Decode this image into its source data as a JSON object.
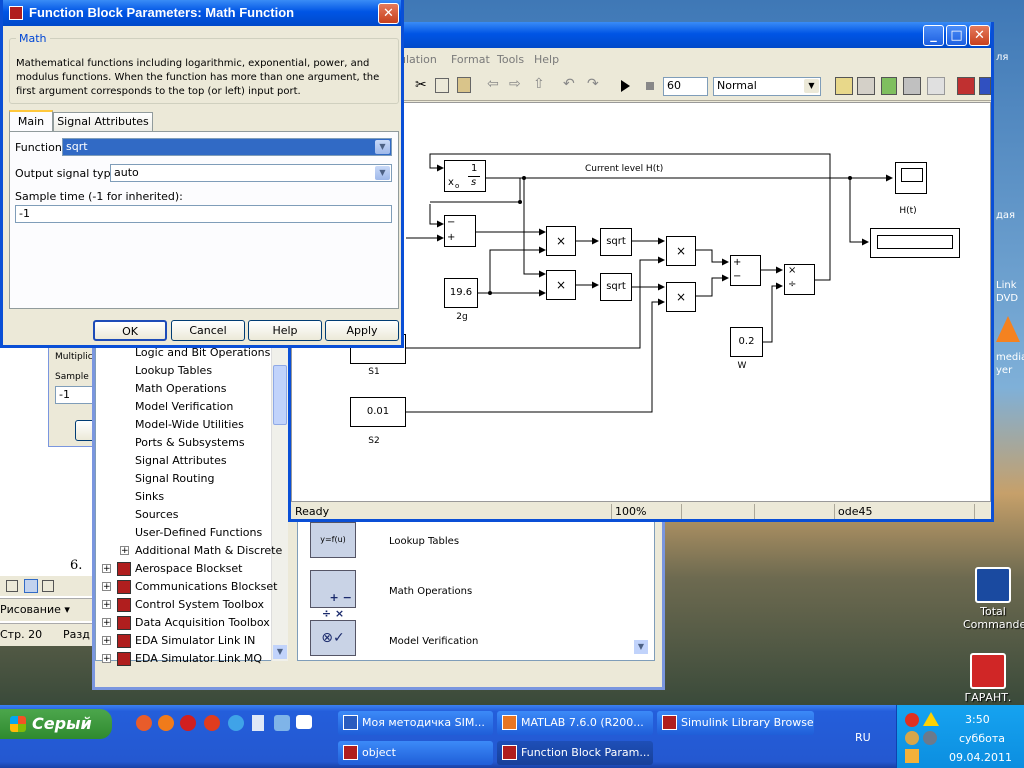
{
  "desktop": {
    "icons": [
      {
        "label": "Total Commander"
      },
      {
        "label": "ГАРАНТ."
      }
    ],
    "edge_texts": [
      "дая",
      "ля",
      "Link",
      "DVD",
      "media",
      "yer"
    ]
  },
  "word_bg": {
    "toolbar_label": "Рисование ▾",
    "status_page": "Стр. 20",
    "status_section": "Разд",
    "number_text": "6."
  },
  "bg_dialog": {
    "field_label": "Multiplic",
    "sample_label": "Sample",
    "sample_value": "-1"
  },
  "library_browser": {
    "items": [
      {
        "label": "Logic and Bit Operations"
      },
      {
        "label": "Lookup Tables"
      },
      {
        "label": "Math Operations"
      },
      {
        "label": "Model Verification"
      },
      {
        "label": "Model-Wide Utilities"
      },
      {
        "label": "Ports & Subsystems"
      },
      {
        "label": "Signal Attributes"
      },
      {
        "label": "Signal Routing"
      },
      {
        "label": "Sinks"
      },
      {
        "label": "Sources"
      },
      {
        "label": "User-Defined Functions"
      },
      {
        "label": "Additional Math & Discrete"
      },
      {
        "label": "Aerospace Blockset"
      },
      {
        "label": "Communications Blockset"
      },
      {
        "label": "Control System Toolbox"
      },
      {
        "label": "Data Acquisition Toolbox"
      },
      {
        "label": "EDA Simulator Link IN"
      },
      {
        "label": "EDA Simulator Link MQ"
      }
    ],
    "panel": [
      {
        "label": "Lookup Tables",
        "icon_text": "y=f(u)"
      },
      {
        "label": "Math Operations",
        "icon_text": "+ −\n÷ ×"
      },
      {
        "label": "Model Verification",
        "icon_text": "⊗✓"
      }
    ]
  },
  "model_window": {
    "menu": [
      "ulation",
      "Format",
      "Tools",
      "Help"
    ],
    "stop_time": "60",
    "sim_mode": "Normal",
    "status": {
      "left": "Ready",
      "zoom": "100%",
      "solver": "ode45"
    },
    "blocks": {
      "integrator_num": "1",
      "integrator_den": "s",
      "integrator_ic": "x",
      "integrator_ic_sub": "o",
      "signal_label": "Current level H(t)",
      "scope_label": "H(t)",
      "gain_value": "19.6",
      "gain_label": "2g",
      "sqrt1": "sqrt",
      "sqrt2": "sqrt",
      "mult": "×",
      "sum_plus": "+",
      "sum_minus": "−",
      "div_times": "×",
      "div_div": "÷",
      "w_value": "0.2",
      "w_label": "W",
      "s1_label": "S1",
      "s2_value": "0.01",
      "s2_label": "S2"
    }
  },
  "dialog": {
    "title": "Function Block Parameters: Math Function",
    "group": "Math",
    "description": "Mathematical functions including logarithmic, exponential, power, and modulus functions.  When the function has more than one argument, the first argument corresponds to the top (or left) input port.",
    "tabs": [
      {
        "label": "Main"
      },
      {
        "label": "Signal Attributes"
      }
    ],
    "function_label": "Function:",
    "function_value": "sqrt",
    "output_label": "Output signal type:",
    "output_value": "auto",
    "sample_label": "Sample time (-1 for inherited):",
    "sample_value": "-1",
    "buttons": {
      "ok": "OK",
      "cancel": "Cancel",
      "help": "Help",
      "apply": "Apply"
    }
  },
  "taskbar": {
    "start_label": "Серый",
    "tasks_row1": [
      {
        "label": "Моя методичка SIM..."
      },
      {
        "label": "MATLAB  7.6.0 (R200..."
      },
      {
        "label": "Simulink Library Browser"
      }
    ],
    "tasks_row2": [
      {
        "label": "object"
      },
      {
        "label": "Function Block Param..."
      }
    ],
    "lang": "RU",
    "clock_time": "3:50",
    "clock_day": "суббота",
    "clock_date": "09.04.2011"
  },
  "colors": {
    "xp_blue": "#0a4fd6",
    "selection": "#316ac5",
    "title_text": "#ffffff"
  }
}
